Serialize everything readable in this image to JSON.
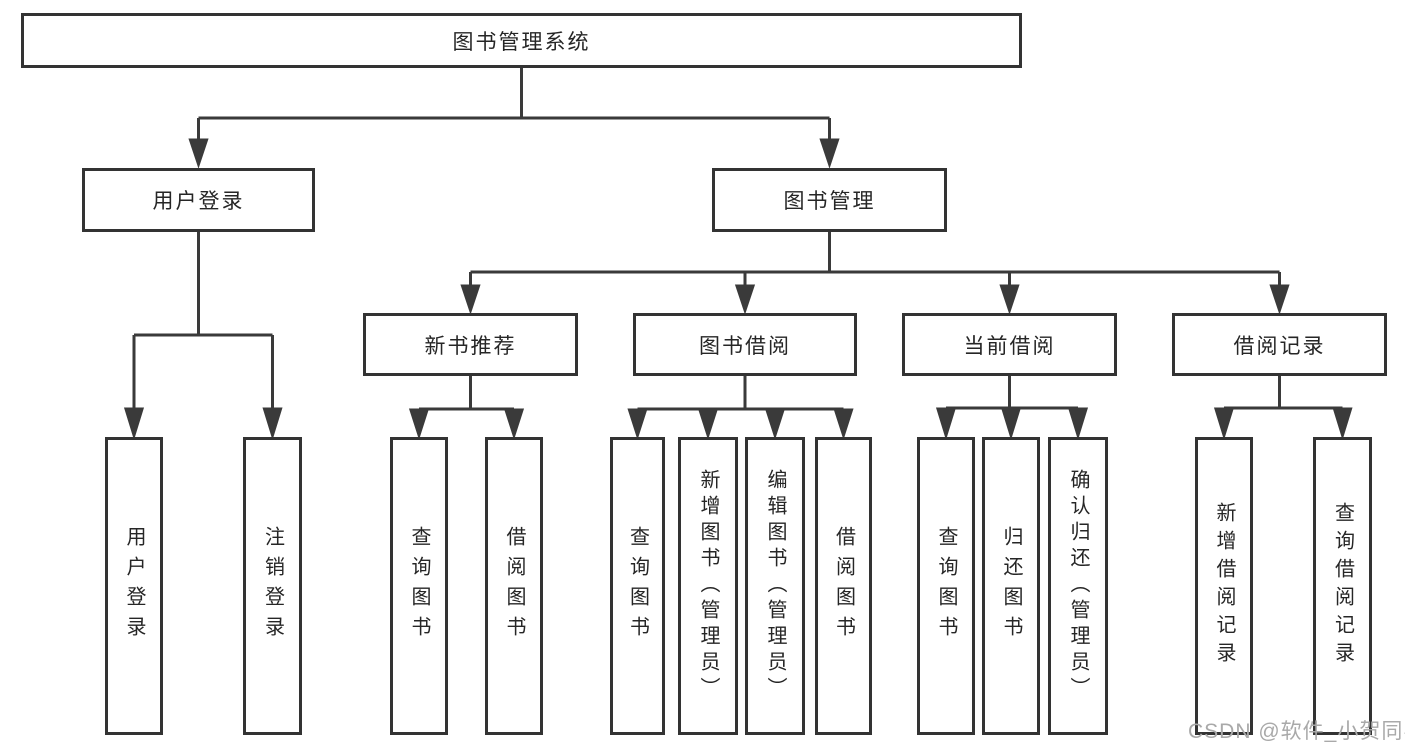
{
  "colors": {
    "background": "#ffffff",
    "line": "#3a3a3a",
    "box_border": "#333333",
    "text": "#262626",
    "watermark": "#a9a9a9"
  },
  "watermark": {
    "text": "CSDN @软件_小贺同学"
  },
  "tree": {
    "label": "图书管理系统",
    "children": [
      {
        "label": "用户登录",
        "children": [
          {
            "label": "用户登录"
          },
          {
            "label": "注销登录"
          }
        ]
      },
      {
        "label": "图书管理",
        "children": [
          {
            "label": "新书推荐",
            "children": [
              {
                "label": "查询图书"
              },
              {
                "label": "借阅图书"
              }
            ]
          },
          {
            "label": "图书借阅",
            "children": [
              {
                "label": "查询图书"
              },
              {
                "label": "新增图书（管理员）"
              },
              {
                "label": "编辑图书（管理员）"
              },
              {
                "label": "借阅图书"
              }
            ]
          },
          {
            "label": "当前借阅",
            "children": [
              {
                "label": "查询图书"
              },
              {
                "label": "归还图书"
              },
              {
                "label": "确认归还（管理员）"
              }
            ]
          },
          {
            "label": "借阅记录",
            "children": [
              {
                "label": "新增借阅记录"
              },
              {
                "label": "查询借阅记录"
              }
            ]
          }
        ]
      }
    ]
  }
}
